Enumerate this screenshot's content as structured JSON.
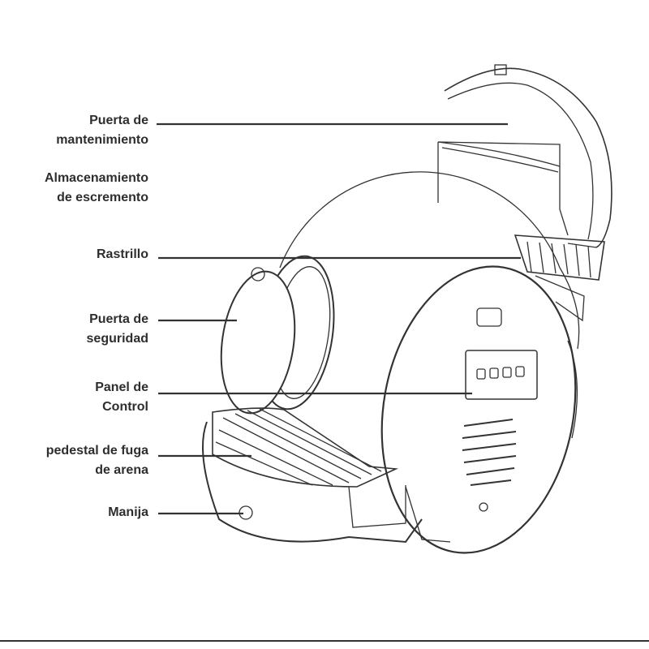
{
  "labels": [
    {
      "id": "maintenance-door",
      "lines": [
        "Puerta de",
        "mantenimiento"
      ]
    },
    {
      "id": "waste-storage",
      "lines": [
        "Almacenamiento",
        "de escremento"
      ]
    },
    {
      "id": "rake",
      "lines": [
        "Rastrillo"
      ]
    },
    {
      "id": "safety-door",
      "lines": [
        "Puerta de",
        "seguridad"
      ]
    },
    {
      "id": "control-panel",
      "lines": [
        "Panel de",
        "Control"
      ]
    },
    {
      "id": "sand-leak-pedestal",
      "lines": [
        "pedestal de fuga",
        "de arena"
      ]
    },
    {
      "id": "handle",
      "lines": [
        "Manija"
      ]
    }
  ],
  "colors": {
    "text": "#2e2e2e",
    "line": "#333333"
  }
}
